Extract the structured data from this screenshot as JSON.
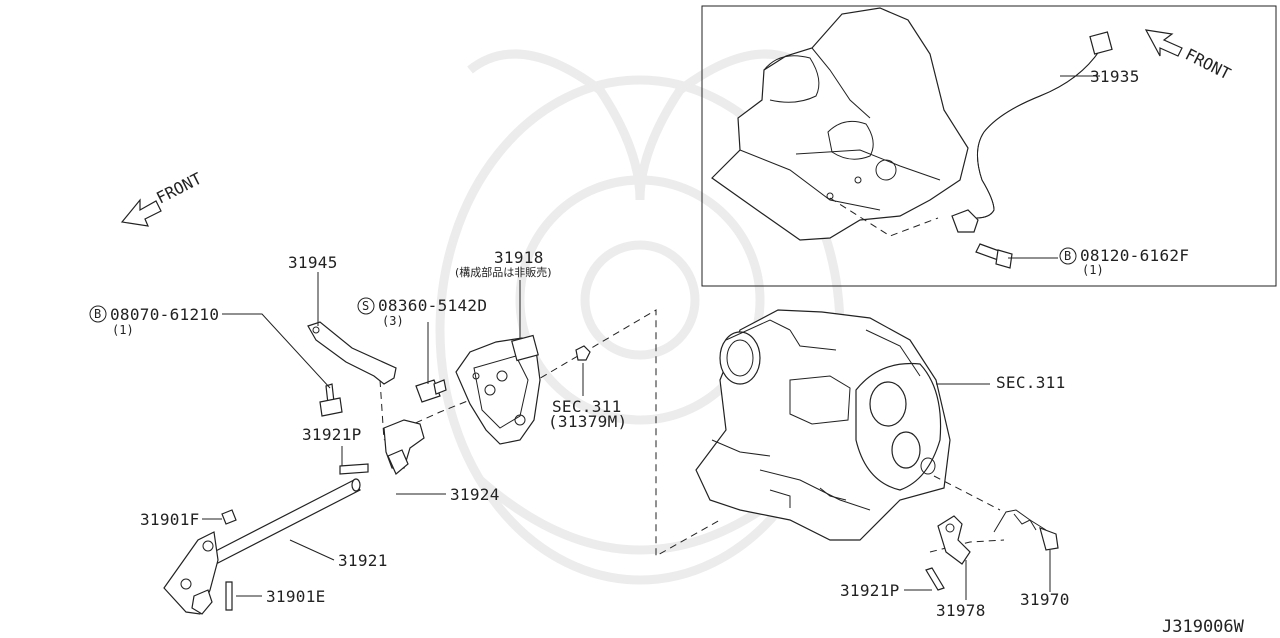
{
  "diagram": {
    "code": "J319006W",
    "front_label": "FRONT",
    "labels": {
      "p31945": "31945",
      "p31918": "31918",
      "p31918_note": "(構成部品は非販売)",
      "bolt_b08070": "08070-61210",
      "bolt_b08070_qty": "(1)",
      "screw_s08360": "08360-5142D",
      "screw_s08360_qty": "(3)",
      "sec311_left": "SEC.311",
      "sec311_left_sub": "(31379M)",
      "p31921P_left": "31921P",
      "p31924": "31924",
      "p31901F": "31901F",
      "p31921": "31921",
      "p31901E": "31901E",
      "p31935": "31935",
      "bolt_b08120": "08120-6162F",
      "bolt_b08120_qty": "(1)",
      "sec311_right": "SEC.311",
      "p31921P_right": "31921P",
      "p31978": "31978",
      "p31970": "31970"
    },
    "markers": {
      "bolt": "B",
      "screw": "S"
    }
  }
}
